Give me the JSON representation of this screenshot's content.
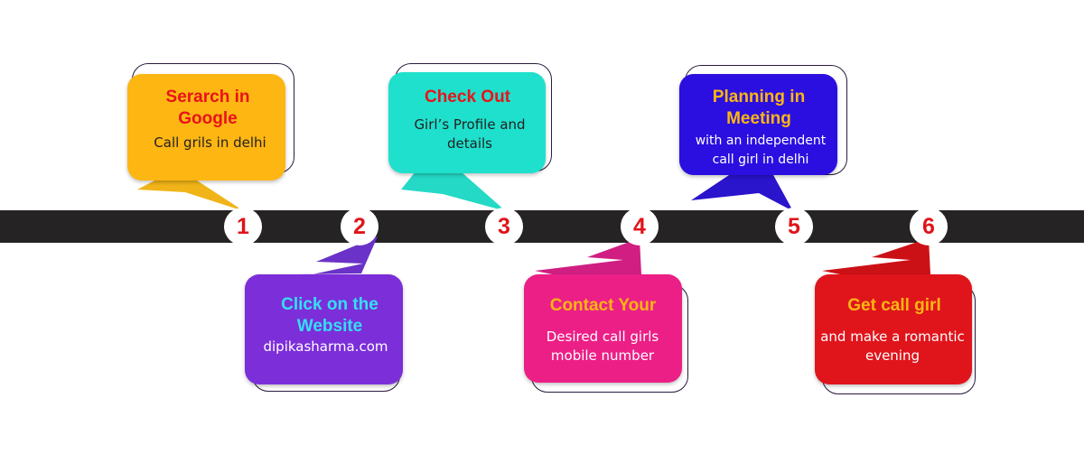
{
  "steps": [
    {
      "number": "1",
      "title": "Serarch in Google",
      "desc": "Call grils in delhi",
      "color": "#fdb612",
      "tail": "#f0b418",
      "title_color": "#e8131a",
      "desc_color": "#231f20"
    },
    {
      "number": "2",
      "title": "Click on the Website",
      "desc": "dipikasharma.com",
      "color": "#7c2ed9",
      "tail": "#6a32c8",
      "title_color": "#33e0f5",
      "desc_color": "#ffffff"
    },
    {
      "number": "3",
      "title": "Check Out",
      "desc": "Girl’s Profile and details",
      "color": "#1ee0cc",
      "tail": "#24d9c6",
      "title_color": "#e8131a",
      "desc_color": "#231f20"
    },
    {
      "number": "4",
      "title": "Contact Your",
      "desc": "Desired call girls mobile number",
      "color": "#ec1f86",
      "tail": "#d01e82",
      "title_color": "#fdb612",
      "desc_color": "#ffffff"
    },
    {
      "number": "5",
      "title": "Planning in Meeting",
      "desc": "with an independent call girl in delhi",
      "color": "#2b0fe0",
      "tail": "#2a14cc",
      "title_color": "#fdb612",
      "desc_color": "#ffffff"
    },
    {
      "number": "6",
      "title": "Get call girl",
      "desc": "and make a romantic evening",
      "color": "#e0151c",
      "tail": "#cc1116",
      "title_color": "#fdb612",
      "desc_color": "#ffffff"
    }
  ]
}
